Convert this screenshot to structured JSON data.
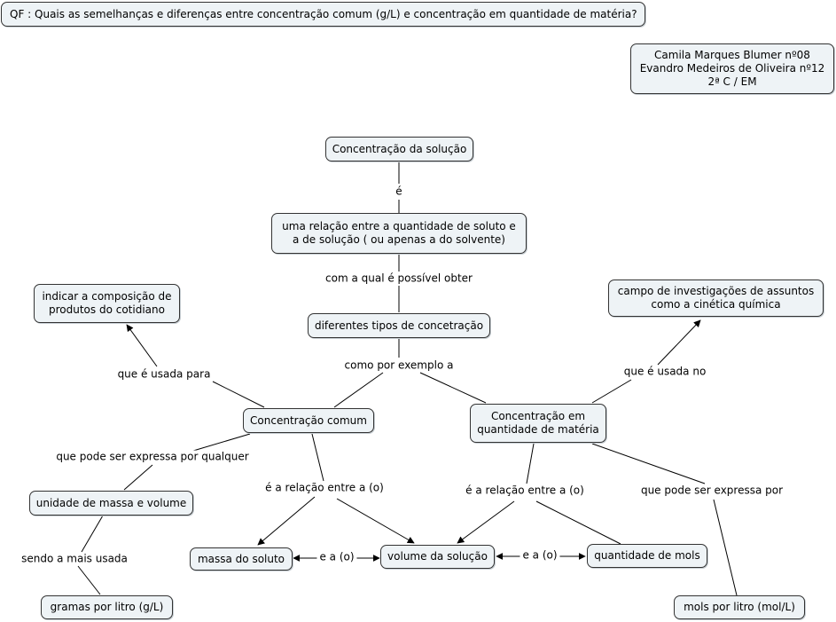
{
  "question": "QF : Quais as semelhanças e diferenças entre concentração comum (g/L) e concentração em quantidade de matéria?",
  "authors": {
    "line1": "Camila Marques Blumer  nº08",
    "line2": "Evandro Medeiros de Oliveira  nº12",
    "line3": "2ª C / EM"
  },
  "nodes": {
    "concentracao_solucao": "Concentração da solução",
    "relacao": "uma relação entre a quantidade de soluto e\na de solução ( ou apenas a do solvente)",
    "tipos": "diferentes tipos de concetração",
    "indicar": "indicar a composição de\nprodutos do cotidiano",
    "campo": "campo de investigações de assuntos\ncomo a cinética química",
    "comum": "Concentração comum",
    "quantidade_materia": "Concentração em\nquantidade de matéria",
    "unidade": "unidade de massa e volume",
    "gramas": "gramas por litro (g/L)",
    "massa": "massa do soluto",
    "volume": "volume da solução",
    "mols": "quantidade de mols",
    "mols_litro": "mols por litro (mol/L)"
  },
  "link_labels": {
    "e": "é",
    "com_a_qual": "com a qual é possível obter",
    "como_por_exemplo": "como por exemplo a",
    "usada_para": "que é usada para",
    "usada_no": "que é usada no",
    "expressa_qualquer": "que pode ser expressa por qualquer",
    "sendo": "sendo a mais usada",
    "relacao_1": "é a relação entre a (o)",
    "relacao_2": "é a relação entre a (o)",
    "expressa_por": "que pode ser expressa por",
    "e_a_1": "e a (o)",
    "e_a_2": "e a (o)"
  }
}
